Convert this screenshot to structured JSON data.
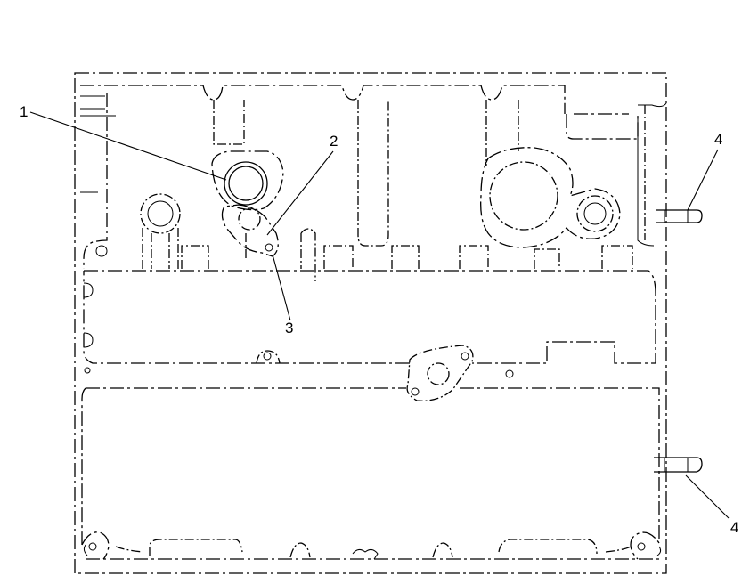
{
  "callouts": {
    "c1": "1",
    "c2": "2",
    "c3": "3",
    "c4_top": "4",
    "c4_bottom": "4"
  }
}
